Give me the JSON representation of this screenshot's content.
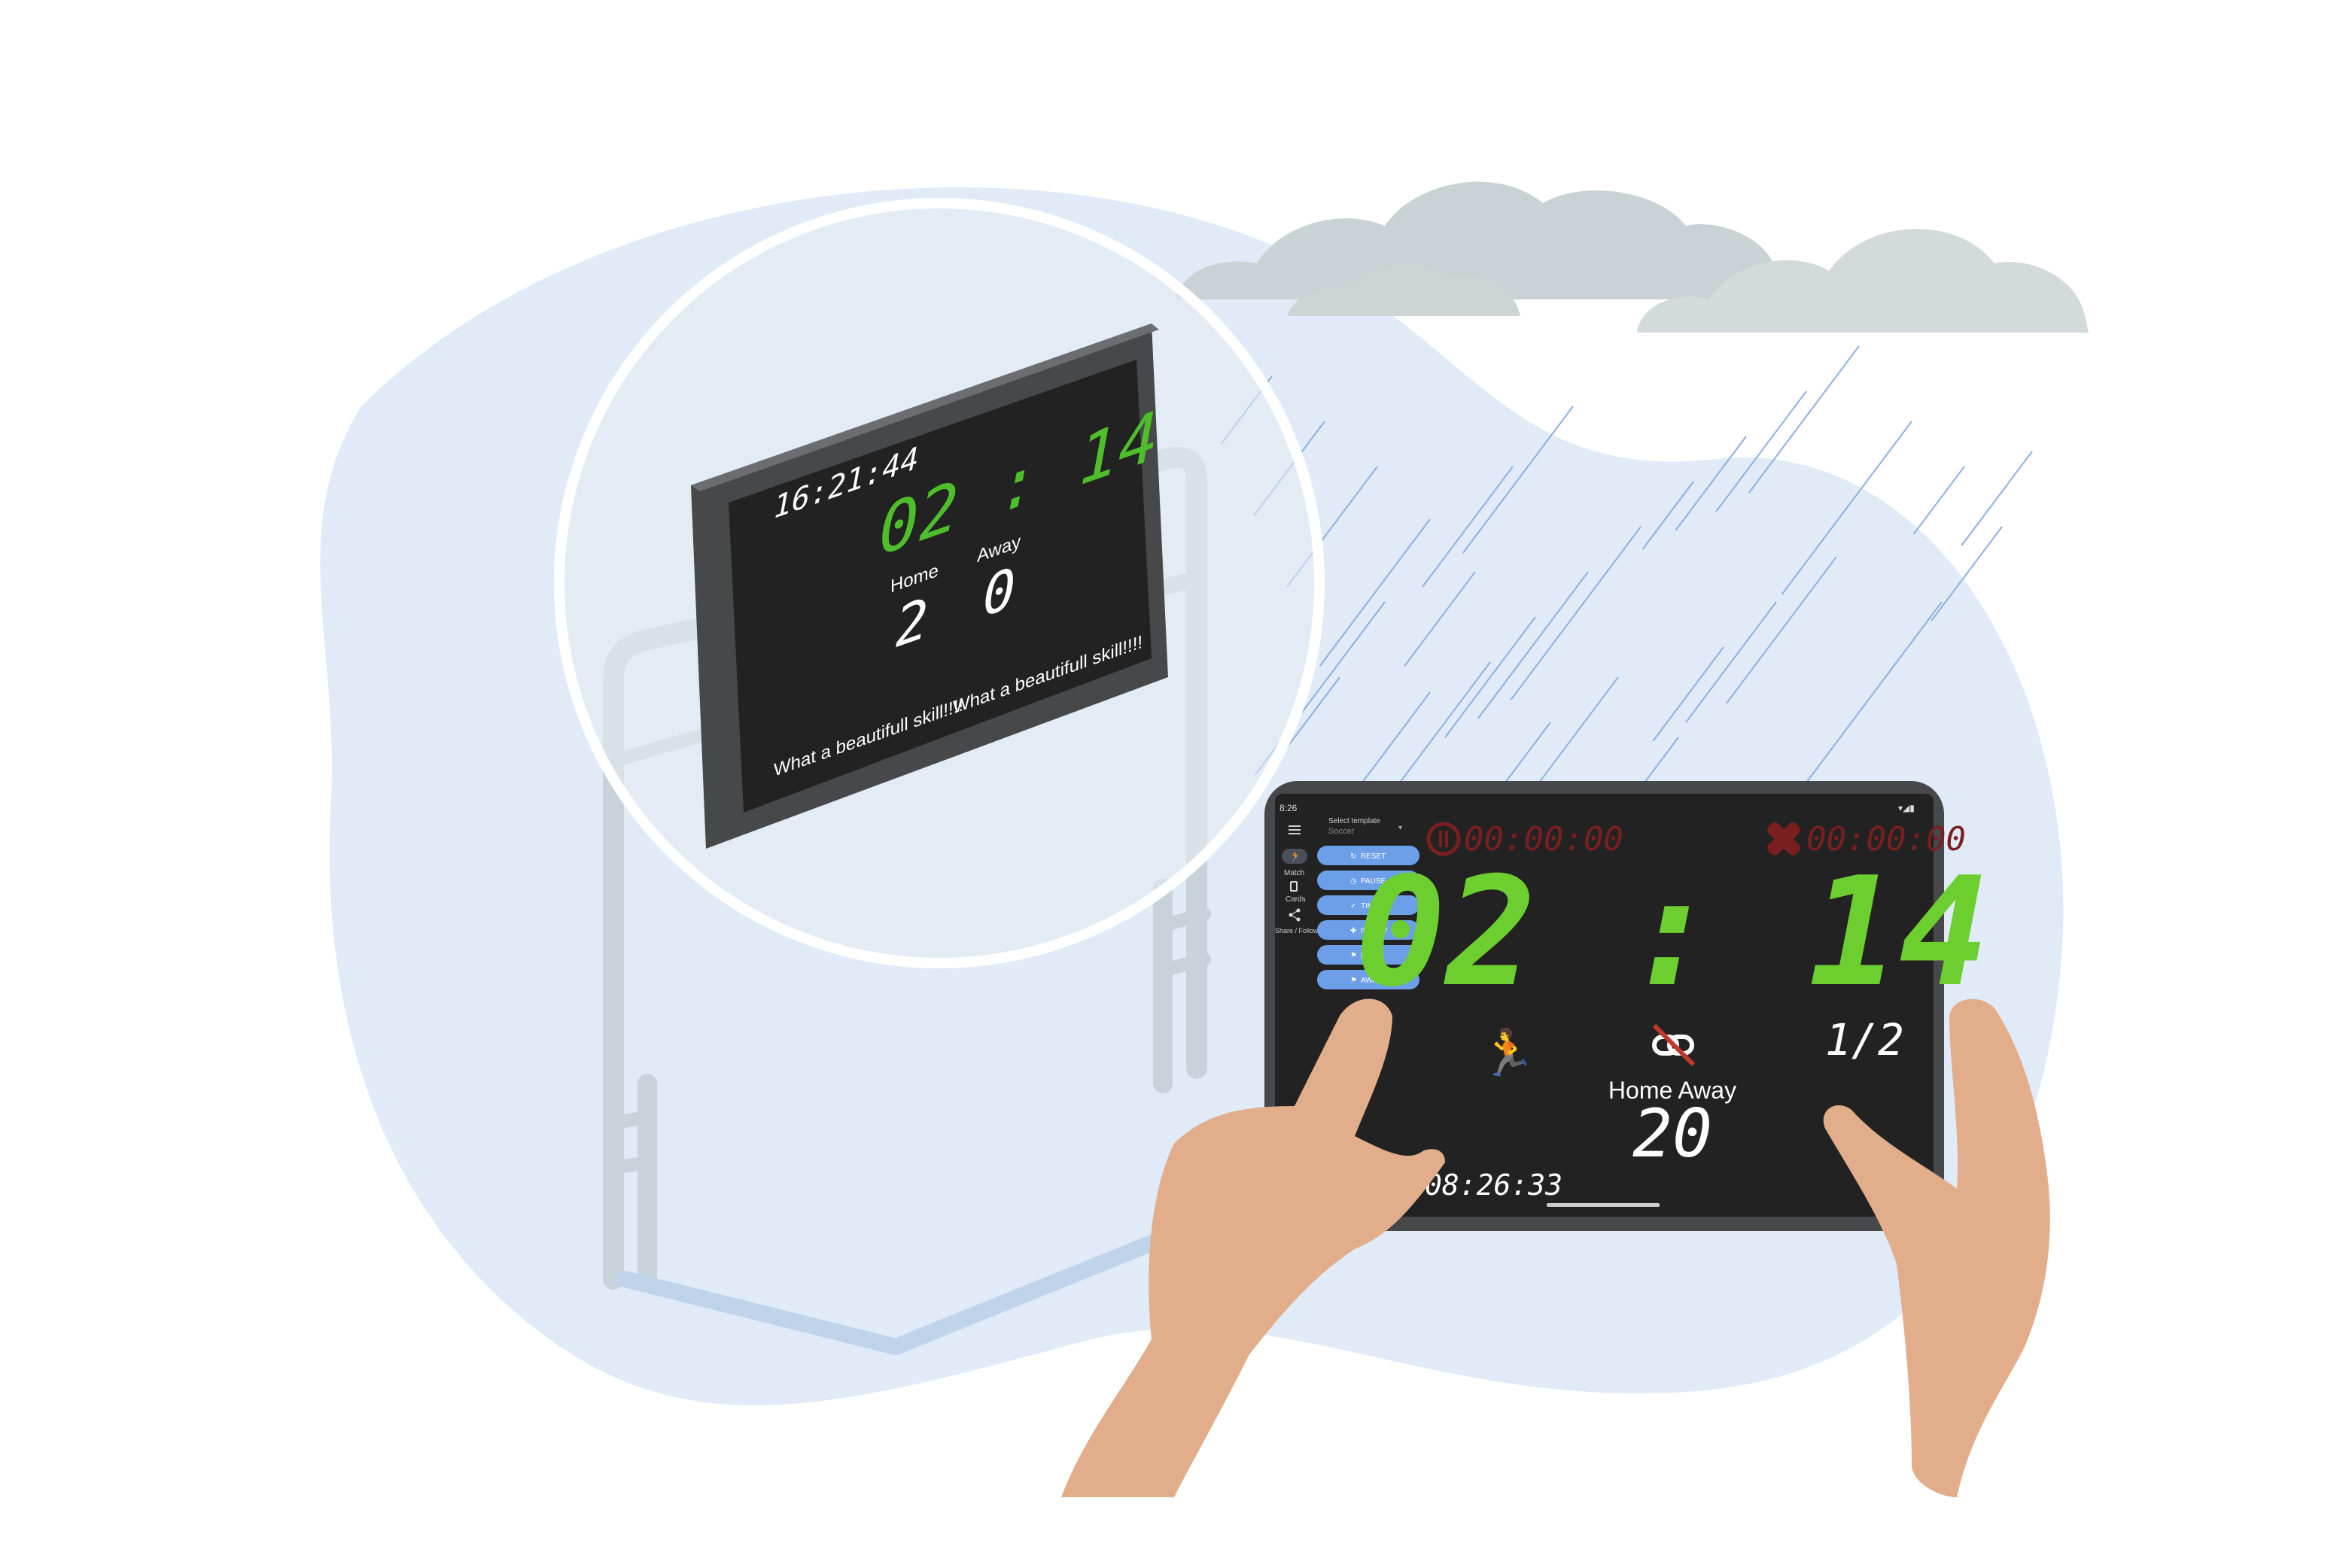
{
  "colors": {
    "blob": "#e0ebf7",
    "cloud": "#c9d2d4",
    "rain": "#8cb0de",
    "goal": "#c8d2da",
    "board_frame": "#46484a",
    "screen": "#222222",
    "green": "#6ccf2f",
    "red": "#7a1f1f",
    "blue": "#4a7fd6",
    "button": "#6d9fe8",
    "skin": "#e2ad8a"
  },
  "outdoor_board": {
    "clock": "16:21:44",
    "game_time": "02 : 14",
    "home_label": "Home",
    "away_label": "Away",
    "home_score": "2",
    "away_score": "0",
    "message_left": "What a beautifull skill!!!!",
    "message_right": "What a beautifull skill!!!!"
  },
  "tablet": {
    "status_time": "8:26",
    "template_title": "Select template",
    "template_value": "Soccer",
    "nav": [
      {
        "label": "Match",
        "icon": "runner-icon"
      },
      {
        "label": "Cards",
        "icon": "card-icon"
      },
      {
        "label": "Share / Follow",
        "icon": "share-icon"
      }
    ],
    "buttons": [
      {
        "label": "RESET",
        "icon": "↻"
      },
      {
        "label": "PAUSE",
        "icon": "◷"
      },
      {
        "label": "TIME",
        "icon": "✓"
      },
      {
        "label": "INJURY",
        "icon": "✚"
      },
      {
        "label": "HOME",
        "icon": "⚑"
      },
      {
        "label": "AWAY",
        "icon": "⚑"
      }
    ],
    "pause_timer": "00:00:00",
    "injury_timer": "00:00:00",
    "game_time": "02 : 14",
    "period": "1/2",
    "team_labels": "Home Away",
    "score": "20",
    "clock": "08:26:33"
  }
}
